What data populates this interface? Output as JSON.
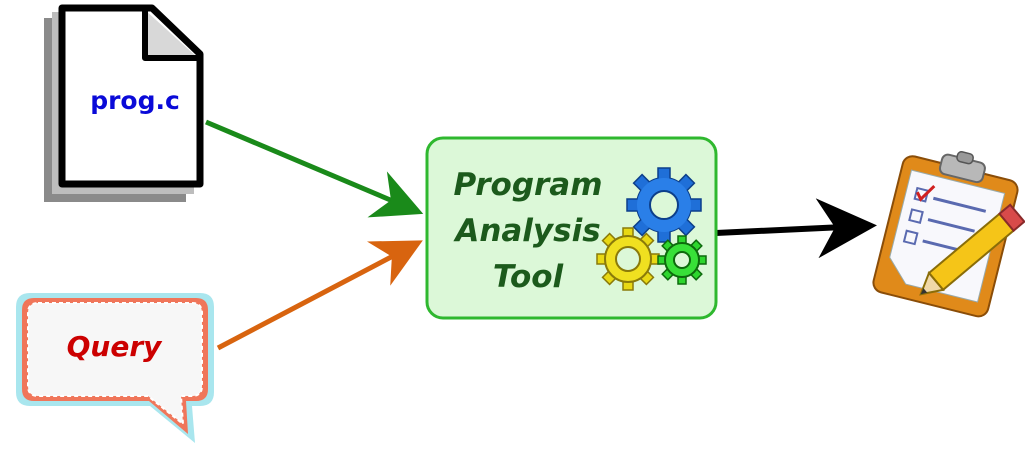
{
  "file": {
    "name": "prog.c",
    "icon": "document-icon"
  },
  "query": {
    "label": "Query",
    "icon": "speech-bubble-icon"
  },
  "tool": {
    "line1": "Program",
    "line2": "Analysis",
    "line3": "Tool",
    "icon": "gears-icon"
  },
  "output": {
    "icon": "clipboard-checklist-pencil-icon"
  },
  "colors": {
    "file_arrow": "#1a8a1a",
    "query_arrow": "#d8640f",
    "output_arrow": "#000000",
    "tool_fill": "#dcf8d8",
    "tool_border": "#2fb82f",
    "file_text": "#0a0ad8",
    "query_text": "#cc0000",
    "tool_text": "#1c5a1c"
  }
}
